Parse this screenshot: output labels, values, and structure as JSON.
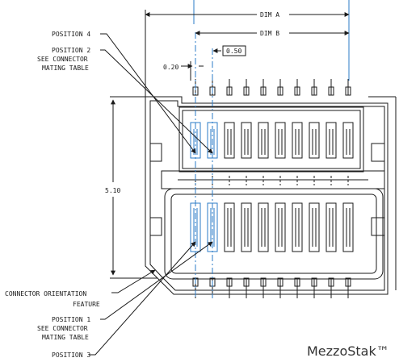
{
  "colors": {
    "line": "#1a1a1a",
    "accent": "#2b7bc7"
  },
  "labels": {
    "dim_a": "DIM A",
    "dim_b": "DIM B",
    "pitch_small": "0.20",
    "pitch_boxed": "0.50",
    "height": "5.10",
    "position_4": "POSITION 4",
    "position_2": [
      "POSITION 2",
      "SEE CONNECTOR",
      "MATING TABLE"
    ],
    "orientation": [
      "CONNECTOR ORIENTATION",
      "FEATURE"
    ],
    "position_1": [
      "POSITION 1",
      "SEE CONNECTOR",
      "MATING TABLE"
    ],
    "position_3": "POSITION 3",
    "brand": "MezzoStak™"
  }
}
